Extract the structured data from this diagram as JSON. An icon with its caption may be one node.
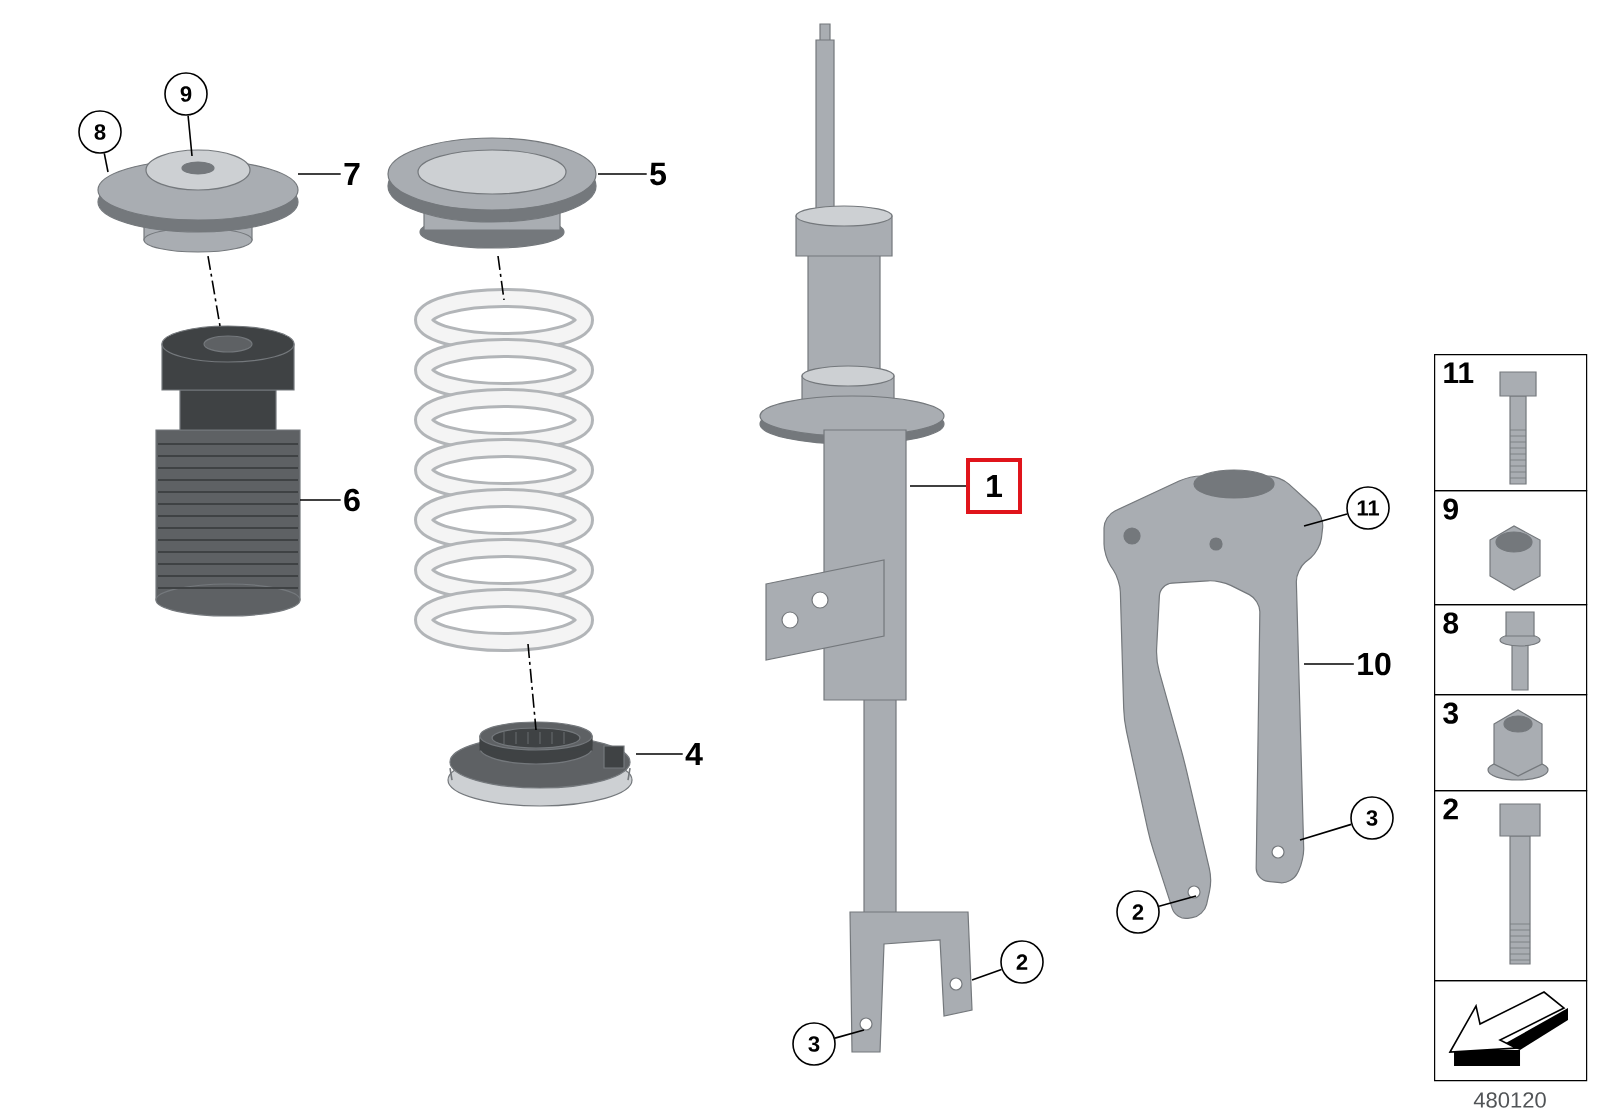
{
  "diagram": {
    "nodes": [
      {
        "text": [],
        "shape": "picture"
      },
      {
        "text": [],
        "shape": "picture"
      },
      {
        "text": [],
        "shape": "picture"
      },
      {
        "text": [],
        "shape": "picture"
      },
      {
        "text": [],
        "shape": "picture"
      },
      {
        "text": [],
        "shape": "picture"
      },
      {
        "text": [],
        "shape": "picture"
      },
      {
        "text": [
          "8"
        ]
      },
      {
        "text": [
          "9"
        ]
      },
      {
        "text": [
          "7"
        ]
      },
      {
        "text": [
          "5"
        ]
      },
      {
        "text": [
          "6"
        ]
      },
      {
        "text": [
          "4"
        ]
      },
      {
        "text": [
          "1"
        ]
      },
      {
        "text": [
          "2"
        ]
      },
      {
        "text": [
          "3"
        ]
      },
      {
        "text": [
          "11"
        ]
      },
      {
        "text": [
          "10"
        ]
      },
      {
        "text": [
          "3"
        ]
      },
      {
        "text": [
          "2"
        ]
      },
      {
        "text": [
          "11"
        ]
      },
      {
        "text": [
          "9"
        ]
      },
      {
        "text": [
          "8"
        ]
      },
      {
        "text": [
          "3"
        ]
      },
      {
        "text": [
          "2"
        ]
      },
      {
        "text": [],
        "shape": "box"
      }
    ],
    "edges": [
      {
        "from": 7,
        "to": 0,
        "arrow": "none"
      },
      {
        "from": 8,
        "to": 0,
        "arrow": "none"
      },
      {
        "from": 9,
        "to": 0,
        "arrow": "none"
      },
      {
        "from": 0,
        "to": 2,
        "arrow": "none",
        "style": "dashed"
      },
      {
        "from": 10,
        "to": 1,
        "arrow": "none"
      },
      {
        "from": 1,
        "to": 3,
        "arrow": "none",
        "style": "dashed"
      },
      {
        "from": 3,
        "to": 4,
        "arrow": "none",
        "style": "dashed"
      },
      {
        "from": 11,
        "to": 2,
        "arrow": "none"
      },
      {
        "from": 12,
        "to": 4,
        "arrow": "none"
      },
      {
        "from": 13,
        "to": 5,
        "arrow": "none"
      },
      {
        "from": 14,
        "to": 5,
        "arrow": "none"
      },
      {
        "from": 15,
        "to": 5,
        "arrow": "none"
      },
      {
        "from": 16,
        "to": 6,
        "arrow": "none"
      },
      {
        "from": 17,
        "to": 6,
        "arrow": "none"
      },
      {
        "from": 18,
        "to": 6,
        "arrow": "none"
      },
      {
        "from": 19,
        "to": 6,
        "arrow": "none"
      }
    ],
    "labels": [
      "480120"
    ]
  }
}
